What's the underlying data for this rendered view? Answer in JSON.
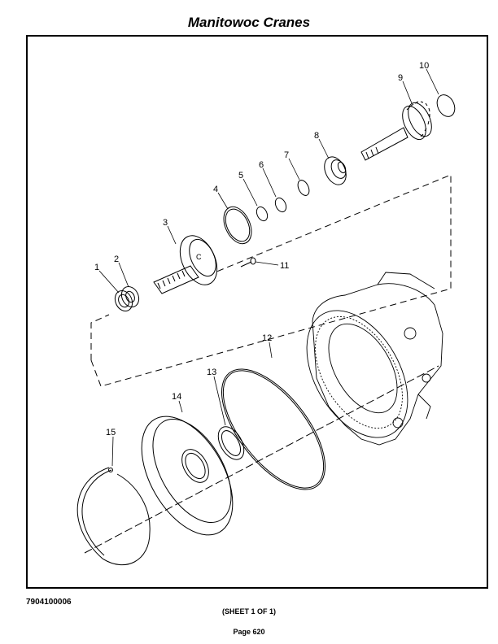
{
  "header": {
    "title": "Manitowoc Cranes"
  },
  "footer": {
    "document_number": "7904100006",
    "sheet": "(SHEET 1 OF 1)",
    "page": "Page 620"
  },
  "diagram": {
    "callouts": [
      "1",
      "2",
      "3",
      "4",
      "5",
      "6",
      "7",
      "8",
      "9",
      "10",
      "11",
      "12",
      "13",
      "14",
      "15"
    ]
  }
}
